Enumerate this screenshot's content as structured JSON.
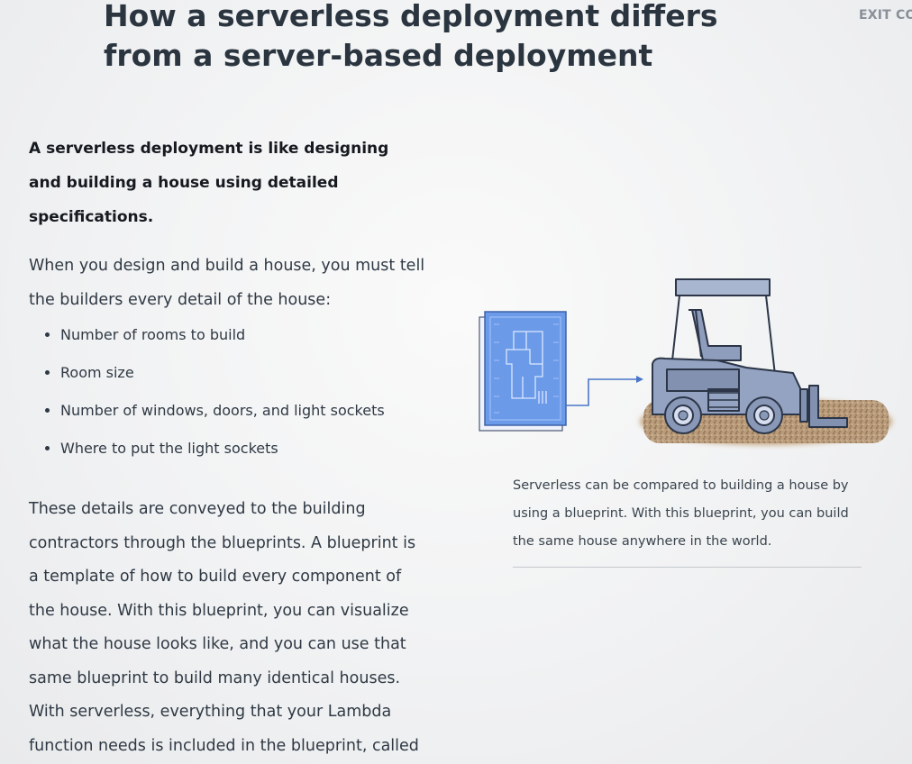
{
  "header": {
    "title": "How a serverless deployment differs from a server-based deployment",
    "exit_label": "EXIT CO"
  },
  "content": {
    "lead": "A serverless deployment is like designing and building a house using detailed specifications.",
    "intro": "When you design and build a house, you must tell the builders every detail of the house:",
    "details": [
      "Number of rooms to build",
      "Room size",
      "Number of windows, doors, and light sockets",
      "Where to put the light sockets"
    ],
    "body": "These details are conveyed to the building contractors through the blueprints. A blueprint is a template of how to build every component of the house. With this blueprint, you can visualize what the house looks like, and you can use that same blueprint to build many identical houses. With serverless, everything that your Lambda function needs is included in the blueprint, called the CloudFormation Template."
  },
  "figure": {
    "caption": "Serverless can be compared to building a house by using a blueprint. With this blueprint, you can build the same house anywhere in the world.",
    "icons": [
      "blueprint-icon",
      "arrow-icon",
      "forklift-icon",
      "dirt-ground"
    ],
    "colors": {
      "blueprint_fill": "#6a9ae8",
      "blueprint_line": "#dce8ff",
      "arrow": "#4a76c9",
      "vehicle_body": "#94a3c2",
      "vehicle_outline": "#2c3648",
      "dirt": "#b89a78"
    }
  }
}
